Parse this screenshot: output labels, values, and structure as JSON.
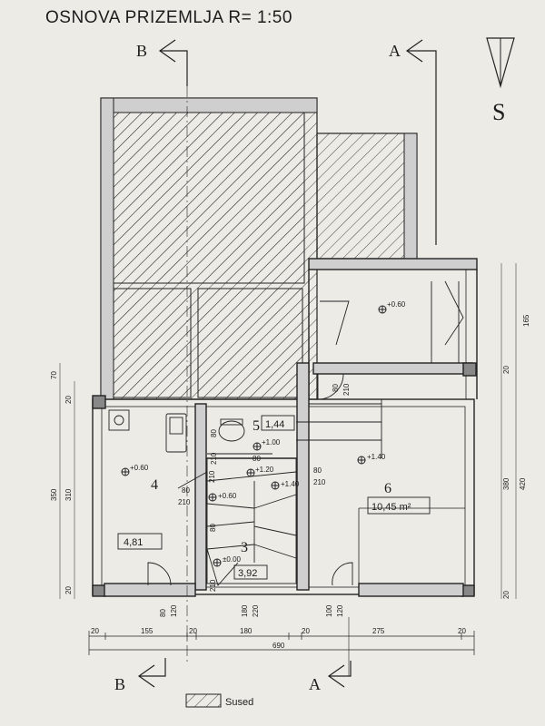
{
  "title": "OSNOVA PRIZEMLJA  R= 1:50",
  "section_labels": {
    "b_top": "B",
    "a_top": "A",
    "b_bottom": "B",
    "a_bottom": "A"
  },
  "north": "S",
  "rooms": {
    "r3": "3",
    "r4": "4",
    "r5": "5",
    "r6": "6"
  },
  "areas": {
    "r3": "3,92",
    "r4": "4,81",
    "r5": "1,44",
    "r6": "10,45 m²"
  },
  "levels": {
    "upper": "+0.60",
    "r4": "+0.60",
    "st1": "+1.00",
    "st2": "+1.20",
    "st3": "+1.40",
    "r6": "+1.40",
    "hall": "+0.60",
    "r3": "±0.00"
  },
  "door_dims": {
    "a_w": "80",
    "a_h": "210",
    "b_w": "80",
    "b_h": "210",
    "c_w": "80",
    "c_h": "210",
    "d_w": "80",
    "d_h": "210",
    "e_w": "80",
    "e_h": "210",
    "f": "80",
    "g": "210"
  },
  "bottom_dims": {
    "w1": "80",
    "h1": "120",
    "w2": "180",
    "h2": "220",
    "w3": "100",
    "h3": "120"
  },
  "chain_dims": [
    "20",
    "155",
    "20",
    "180",
    "20",
    "275",
    "20"
  ],
  "total_width": "690",
  "left_dims": {
    "d1": "70",
    "d2": "20",
    "d3": "350",
    "d4": "310",
    "d5": "20"
  },
  "right_dims": {
    "d1": "165",
    "d2": "20",
    "d3": "380",
    "d4": "420",
    "d5": "20"
  },
  "legend_label": "Sused",
  "colors": {
    "ink": "#1c1c1c",
    "paper": "#ecebe6",
    "wall": "#cfcfcf"
  }
}
